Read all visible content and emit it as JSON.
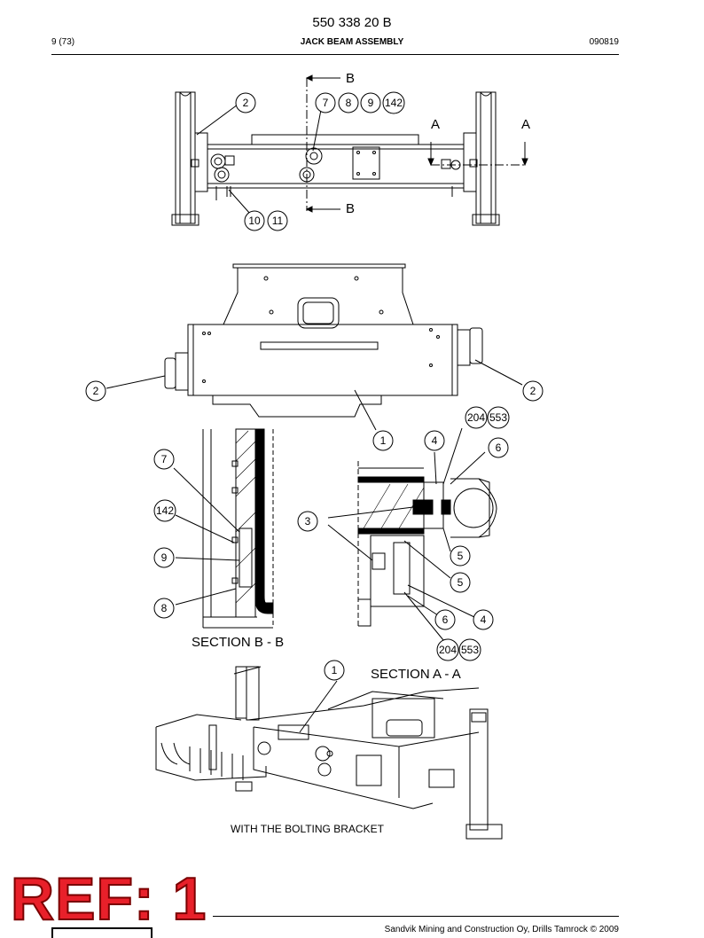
{
  "header": {
    "part_number": "550 338 20 B",
    "page": "9 (73)",
    "title": "JACK BEAM ASSEMBLY",
    "date_code": "090819"
  },
  "callouts": {
    "c2a": "2",
    "c7a": "7",
    "c8a": "8",
    "c9a": "9",
    "c142a": "142",
    "c10": "10",
    "c11": "11",
    "c2b": "2",
    "c2c": "2",
    "c1a": "1",
    "c204a": "204",
    "c553a": "553",
    "c4a": "4",
    "c6a": "6",
    "c7b": "7",
    "c142b": "142",
    "c9b": "9",
    "c8b": "8",
    "c3": "3",
    "c5a": "5",
    "c5b": "5",
    "c6b": "6",
    "c4b": "4",
    "c204b": "204",
    "c553b": "553",
    "c1b": "1"
  },
  "section_marks": {
    "b_top": "B",
    "b_bottom": "B",
    "a_left": "A",
    "a_right": "A"
  },
  "labels": {
    "section_bb": "SECTION  B - B",
    "section_aa": "SECTION  A - A",
    "bracket": "WITH THE BOLTING BRACKET"
  },
  "stamp": {
    "text": "REF: 1",
    "color": "#e8202a"
  },
  "footer": {
    "copyright": "Sandvik Mining and Construction Oy, Drills Tamrock © 2009"
  }
}
